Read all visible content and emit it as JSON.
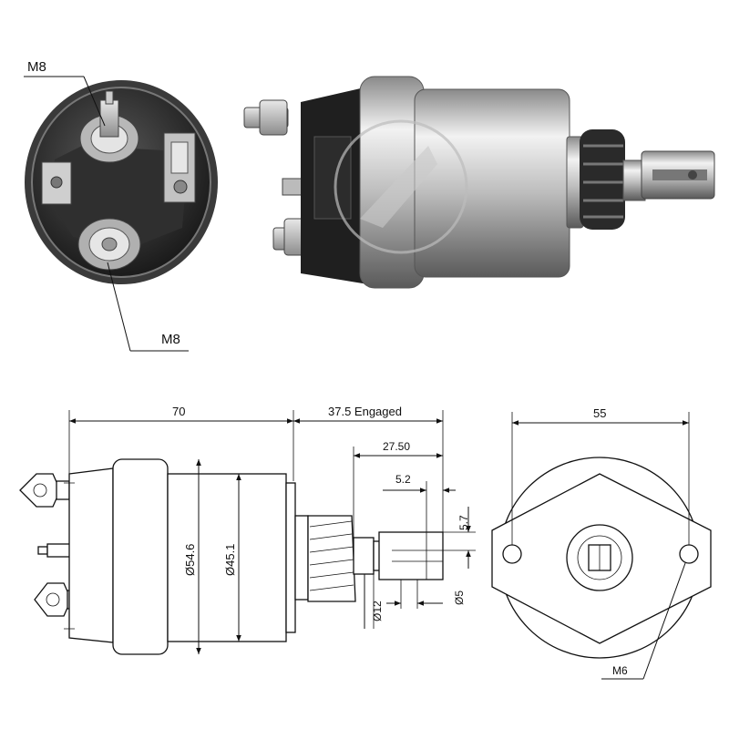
{
  "photo_labels": {
    "top_terminal": "M8",
    "bottom_terminal": "M8"
  },
  "side_view": {
    "overall_length": "70",
    "engaged_travel": "37.5 Engaged",
    "plunger_length": "27.50",
    "slot_offset": "5.2",
    "slot_width": "5.7",
    "body_diameter_outer": "Ø54.6",
    "body_diameter_inner": "Ø45.1",
    "shaft_diameter": "Ø12",
    "hole_diameter": "Ø5"
  },
  "end_view": {
    "mount_spacing": "55",
    "mount_thread": "M6"
  },
  "colors": {
    "line": "#111111",
    "housing_dark": "#2a2a2a",
    "metal_light": "#d9d9d9",
    "metal_mid": "#9a9a9a"
  }
}
